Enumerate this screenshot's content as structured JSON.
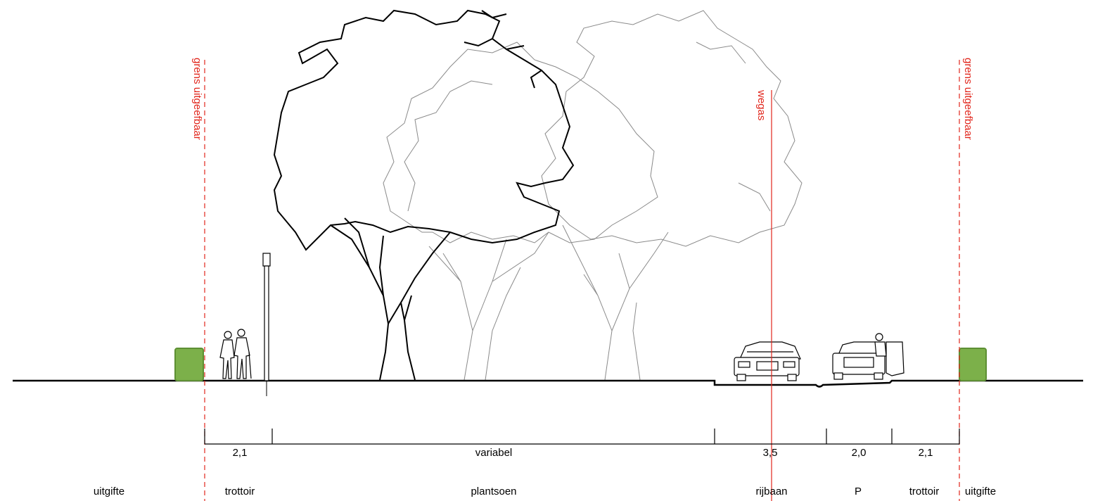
{
  "colors": {
    "boundary": "#e1261c",
    "hedge_fill": "#7cb04a",
    "hedge_stroke": "#5d8f33",
    "line": "#000000",
    "tree_light": "#8a8a8a"
  },
  "boundary_label": "grens uitgeefbaar",
  "axis_label": "wegas",
  "dimensions": {
    "trottoir_left": "2,1",
    "plantsoen": "variabel",
    "rijbaan": "3,5",
    "parking": "2,0",
    "trottoir_right": "2,1"
  },
  "zones": {
    "uitgifte_left": "uitgifte",
    "trottoir_left": "trottoir",
    "plantsoen": "plantsoen",
    "rijbaan": "rijbaan",
    "parking": "P",
    "trottoir_right": "trottoir",
    "uitgifte_right": "uitgifte"
  },
  "icons": {
    "pedestrians": "pedestrians-icon",
    "street_lamp": "street-lamp-icon",
    "car": "car-icon",
    "parked_car": "parked-car-icon",
    "tree": "tree-icon",
    "hedge": "hedge-icon"
  }
}
